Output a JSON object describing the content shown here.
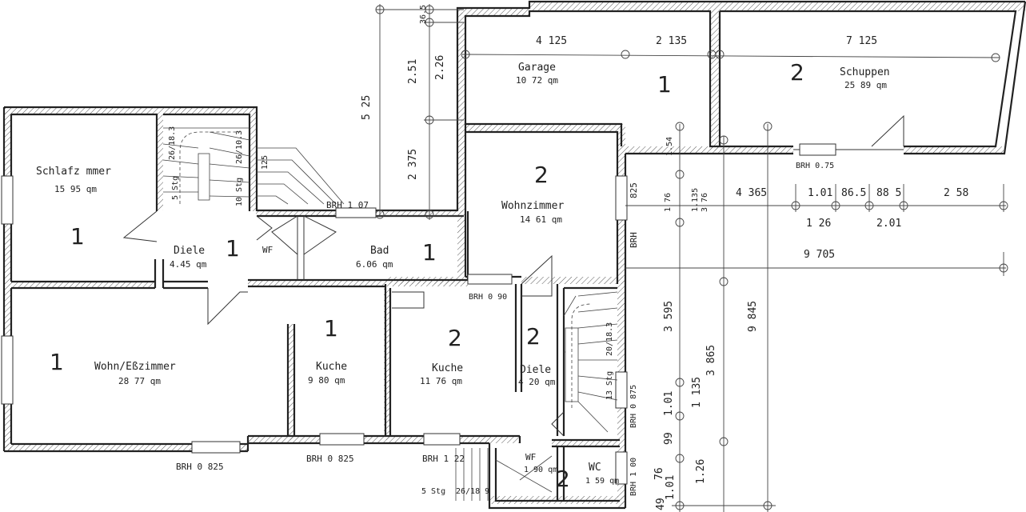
{
  "rooms": {
    "schlafzimmer": {
      "name": "Schlafz mmer",
      "area": "15 95 qm",
      "unit": "1"
    },
    "diele_left": {
      "name": "Diele",
      "area": "4.45 qm",
      "unit": "1",
      "mark": "WF"
    },
    "bad": {
      "name": "Bad",
      "area": "6.06 qm",
      "unit": "1"
    },
    "wohn_esszimmer": {
      "name": "Wohn/Eßzimmer",
      "area": "28 77 qm",
      "unit": "1"
    },
    "kueche_1": {
      "name": "Kuche",
      "area": "9 80 qm",
      "unit": "1"
    },
    "kueche_2": {
      "name": "Kuche",
      "area": "11 76 qm",
      "unit": "2"
    },
    "diele_right": {
      "name": "Diele",
      "area": "4 20 qm",
      "unit": "2"
    },
    "wohnzimmer": {
      "name": "Wohnzimmer",
      "area": "14 61 qm",
      "unit": "2"
    },
    "garage": {
      "name": "Garage",
      "area": "10 72 qm",
      "unit": "1"
    },
    "schuppen": {
      "name": "Schuppen",
      "area": "25 89 qm",
      "unit": "2"
    },
    "wf": {
      "name": "WF",
      "area": "1 90 qm"
    },
    "wc": {
      "name": "WC",
      "area": "1 59 qm",
      "unit": "2"
    }
  },
  "brh": {
    "brh_107": "BRH 1 07",
    "brh_090": "BRH 0 90",
    "brh_0825_a": "BRH 0 825",
    "brh_0825_b": "BRH 0 825",
    "brh_122": "BRH 1 22",
    "brh_075": "BRH 0.75",
    "brh_v825": "825",
    "brh_v_label": "BRH",
    "brh_0875": "BRH 0 875",
    "brh_100": "BRH 1 00"
  },
  "stairs": {
    "upper_left": [
      "5 Stg",
      "10 Stg",
      "26/18.3",
      "26/10.3",
      "125"
    ],
    "right": [
      "20/18.3",
      "13 Stg"
    ],
    "bottom": [
      "5 Stg",
      "26/18 9"
    ]
  },
  "dimensions": {
    "top_365": "36.5",
    "top_251": "2.51",
    "top_226": "2.26",
    "left_525": "5 25",
    "left_2375": "2 375",
    "garage_4125": "4 125",
    "garage_2135": "2 135",
    "schuppen_7125": "7 125",
    "r_4365": "4 365",
    "r_101": "1.01",
    "r_865": "86.5",
    "r_885": "88 5",
    "r_258": "2 58",
    "r_126": "1 26",
    "r_201": "2.01",
    "r_9705": "9 705",
    "v_154": "1.54",
    "v_176": "1 76",
    "v_1135": "1.135",
    "v_376": "3 76",
    "v_3595": "3 595",
    "v_9845": "9 845",
    "v_3865": "3 865",
    "v_101": "1.01",
    "v_1135b": "1 135",
    "v_99": "99",
    "v_76": "76",
    "v_101b": "1.01",
    "v_126": "1.26",
    "v_149": "49"
  }
}
